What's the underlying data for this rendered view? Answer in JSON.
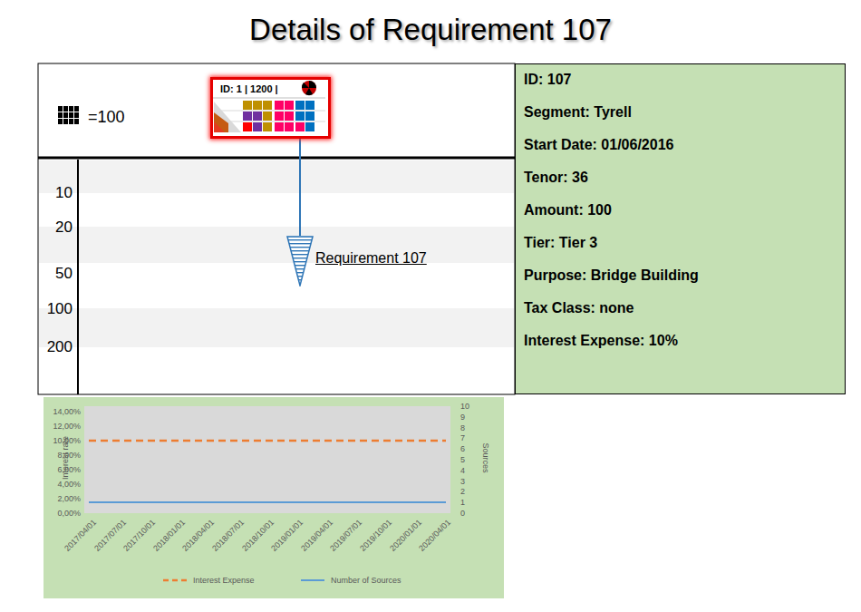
{
  "diagram": {
    "title": "Details of Requirement 107",
    "nodes": [
      {
        "text": [
          "ID: 1 | 1200 |"
        ]
      },
      {
        "text": [
          "Requirement 107"
        ]
      },
      {
        "text": [
          "ID: 107",
          "Segment: Tyrell",
          "Start Date: 01/06/2016",
          "Tenor: 36",
          "Amount: 100",
          "Tier: Tier 3",
          "Purpose: Bridge Building",
          "Tax Class: none",
          "Interest Expense: 10%"
        ]
      }
    ],
    "edges": [
      {
        "from": 0,
        "to": 1,
        "arrow": "none"
      }
    ],
    "labels": [
      "=100",
      "10",
      "20",
      "50",
      "100",
      "200",
      "14,00%",
      "12,00%",
      "10,00%",
      "8,00%",
      "6,00%",
      "4,00%",
      "2,00%",
      "0,00%",
      "Interest rate",
      "10",
      "9",
      "8",
      "7",
      "6",
      "5",
      "4",
      "3",
      "2",
      "1",
      "0",
      "Sources",
      "2017/04/01",
      "2017/07/01",
      "2017/10/01",
      "2018/01/01",
      "2018/04/01",
      "2018/07/01",
      "2018/10/01",
      "2019/01/01",
      "2019/04/01",
      "2019/07/01",
      "2019/10/01",
      "2020/01/01",
      "2020/04/01"
    ],
    "legend": [
      {
        "text": "Interest Expense"
      },
      {
        "text": "Number of Sources"
      }
    ]
  }
}
